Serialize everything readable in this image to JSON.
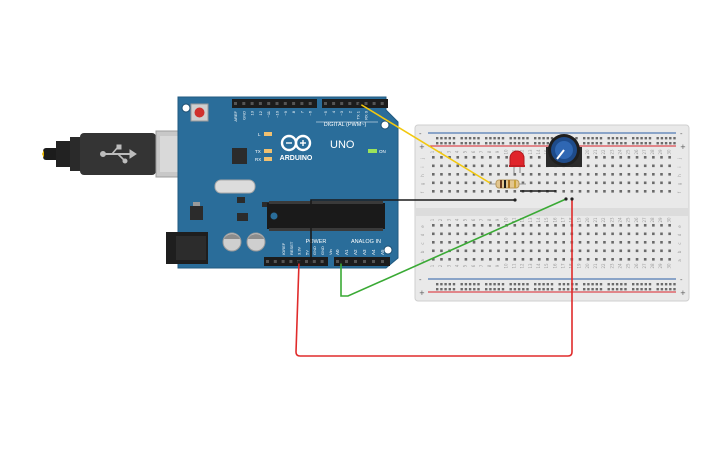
{
  "board": {
    "brand": "ARDUINO",
    "model": "UNO",
    "digital_header_label": "DIGITAL (PWM~)",
    "power_label": "POWER",
    "analog_label": "ANALOG IN",
    "on_label": "ON",
    "led_labels": [
      "L",
      "TX",
      "RX"
    ],
    "digital_pins": [
      "AREF",
      "GND",
      "13",
      "12",
      "~11",
      "~10",
      "~9",
      "8",
      "7",
      "~6",
      "~5",
      "4",
      "~3",
      "2",
      "TX 1",
      "RX 0"
    ],
    "power_pins": [
      "IOREF",
      "RESET",
      "3.3V",
      "5V",
      "GND",
      "GND",
      "Vin"
    ],
    "analog_pins": [
      "A0",
      "A1",
      "A2",
      "A3",
      "A4",
      "A5"
    ]
  },
  "breadboard": {
    "row_letters_top": [
      "j",
      "i",
      "h",
      "g",
      "f"
    ],
    "row_letters_bottom": [
      "e",
      "d",
      "c",
      "b",
      "a"
    ],
    "rail_plus": "+",
    "rail_minus": "-"
  },
  "wires": [
    {
      "name": "signal-wire-pin3",
      "color": "#f2c80f"
    },
    {
      "name": "ground-wire",
      "color": "#1a1a1a"
    },
    {
      "name": "analog-wire-a0",
      "color": "#3aaa35"
    },
    {
      "name": "power-wire-5v",
      "color": "#e02b2b"
    }
  ],
  "colors": {
    "board_blue": "#2a6d9a",
    "breadboard": "#e9e9e9",
    "rail_red": "#d9232a",
    "rail_blue": "#2b5ea8",
    "led_red": "#e0242b",
    "pot_blue": "#1e4b8a"
  }
}
